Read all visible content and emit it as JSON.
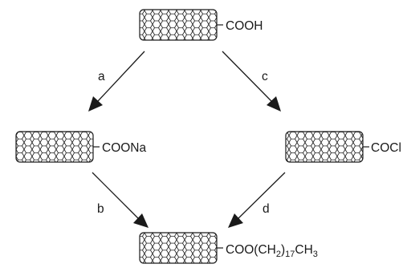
{
  "scheme": {
    "compounds": {
      "top": {
        "group": "COOH"
      },
      "left": {
        "group": "COONa"
      },
      "right": {
        "group": "COCl"
      },
      "bottom": {
        "group_prefix": "COO(CH",
        "sub1": "2",
        "group_mid": ")",
        "sub2": "17",
        "group_mid2": "CH",
        "sub3": "3"
      }
    },
    "steps": {
      "a": "a",
      "b": "b",
      "c": "c",
      "d": "d"
    }
  }
}
